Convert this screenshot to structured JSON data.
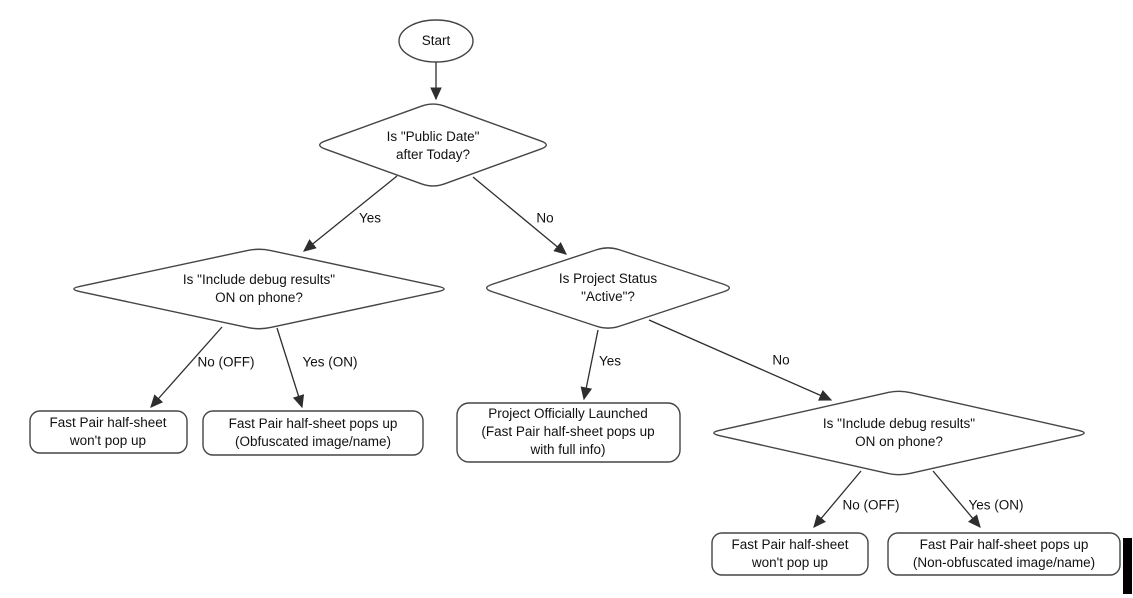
{
  "flowchart": {
    "nodes": {
      "start": {
        "label": "Start"
      },
      "decision_public_date": {
        "line1": "Is \"Public Date\"",
        "line2": "after Today?"
      },
      "decision_debug_left": {
        "line1": "Is \"Include debug results\"",
        "line2": "ON on phone?"
      },
      "decision_project_status": {
        "line1": "Is Project Status",
        "line2": "\"Active\"?"
      },
      "decision_debug_right": {
        "line1": "Is \"Include debug results\"",
        "line2": "ON on phone?"
      },
      "outcome_wont_popup_left": {
        "line1": "Fast Pair half-sheet",
        "line2": "won't pop up"
      },
      "outcome_obfuscated": {
        "line1": "Fast Pair half-sheet pops up",
        "line2": "(Obfuscated image/name)"
      },
      "outcome_launched": {
        "line1": "Project Officially Launched",
        "line2": "(Fast Pair half-sheet pops up",
        "line3": "with full info)"
      },
      "outcome_wont_popup_right": {
        "line1": "Fast Pair half-sheet",
        "line2": "won't pop up"
      },
      "outcome_non_obfuscated": {
        "line1": "Fast Pair half-sheet pops up",
        "line2": "(Non-obfuscated image/name)"
      }
    },
    "edge_labels": {
      "public_date_yes": "Yes",
      "public_date_no": "No",
      "debug_left_no": "No (OFF)",
      "debug_left_yes": "Yes (ON)",
      "project_status_yes": "Yes",
      "project_status_no": "No",
      "debug_right_no": "No (OFF)",
      "debug_right_yes": "Yes (ON)"
    },
    "colors": {
      "background": "#ffffff",
      "shape_stroke": "#454545",
      "edge_stroke": "#2e2e2e",
      "text": "#111111",
      "caret": "#000000"
    }
  }
}
